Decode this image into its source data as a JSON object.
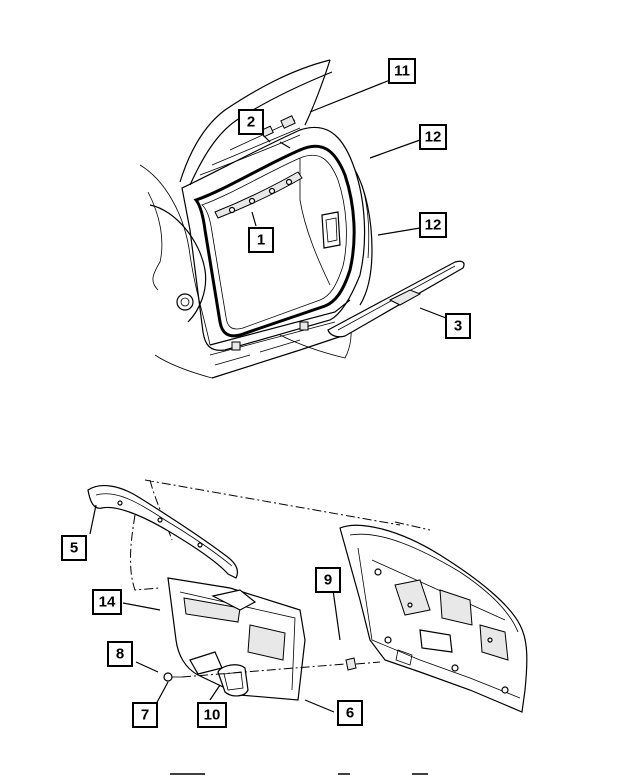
{
  "callouts": {
    "c1": "1",
    "c2": "2",
    "c3": "3",
    "c5": "5",
    "c6": "6",
    "c7": "7",
    "c8": "8",
    "c9": "9",
    "c10": "10",
    "c11": "11",
    "c12a": "12",
    "c12b": "12",
    "c14": "14"
  }
}
